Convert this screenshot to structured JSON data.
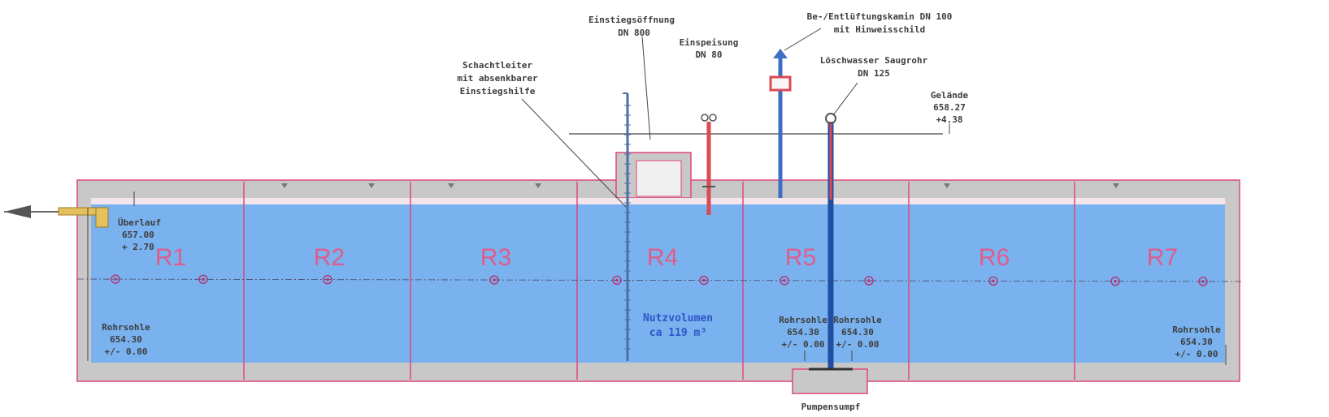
{
  "labels": {
    "entry_opening": [
      "Einstiegsöffnung",
      "DN 800"
    ],
    "feed": [
      "Einspeisung",
      "DN 80"
    ],
    "vent": [
      "Be-/Entlüftungskamin DN 100",
      "mit Hinweisschild"
    ],
    "suction": [
      "Löschwasser Saugrohr",
      "DN 125"
    ],
    "ladder": [
      "Schachtleiter",
      "mit absenkbarer",
      "Einstiegshilfe"
    ],
    "ground": [
      "Gelände",
      "658.27",
      "+4.38"
    ],
    "overflow": [
      "Überlauf",
      "657.00",
      "+ 2.70"
    ],
    "pipe_bottom_left": [
      "Rohrsohle",
      "654.30",
      "+/- 0.00"
    ],
    "pipe_bottom_mid_left": [
      "Rohrsohle",
      "654.30",
      "+/- 0.00"
    ],
    "pipe_bottom_mid_right": [
      "Rohrsohle",
      "654.30",
      "+/- 0.00"
    ],
    "pipe_bottom_right": [
      "Rohrsohle",
      "654.30",
      "+/- 0.00"
    ],
    "volume": [
      "Nutzvolumen",
      "ca 119 m³"
    ],
    "sump": "Pumpensumpf"
  },
  "rooms": [
    "R1",
    "R2",
    "R3",
    "R4",
    "R5",
    "R6",
    "R7"
  ],
  "colors": {
    "water": "#79b2ee",
    "concrete": "#c8c8c8",
    "outline": "#e0457f",
    "pipe_blue": "#3c6fc2",
    "pipe_red": "#d94a55",
    "overflow_pipe": "#e3c15c"
  }
}
